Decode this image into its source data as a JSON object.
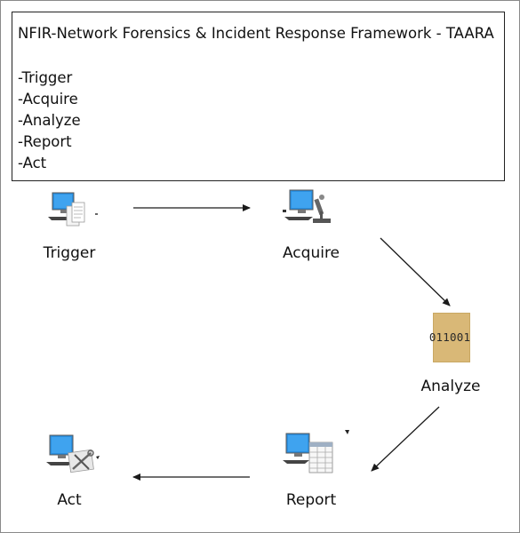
{
  "header": {
    "title": "NFIR-Network Forensics & Incident Response Framework - TAARA",
    "steps": [
      "-Trigger",
      "-Acquire",
      "-Analyze",
      "-Report",
      "-Act"
    ]
  },
  "nodes": {
    "trigger": {
      "label": "Trigger",
      "icon": "computer-document-icon"
    },
    "acquire": {
      "label": "Acquire",
      "icon": "computer-microscope-icon"
    },
    "analyze": {
      "label": "Analyze",
      "icon": "binary-card-icon",
      "binary_text": "011001"
    },
    "report": {
      "label": "Report",
      "icon": "computer-report-icon"
    },
    "act": {
      "label": "Act",
      "icon": "computer-tools-icon"
    }
  },
  "colors": {
    "monitor_screen": "#2a8fe0",
    "binary_card": "#d9b877",
    "arrow": "#1a1a1a"
  }
}
